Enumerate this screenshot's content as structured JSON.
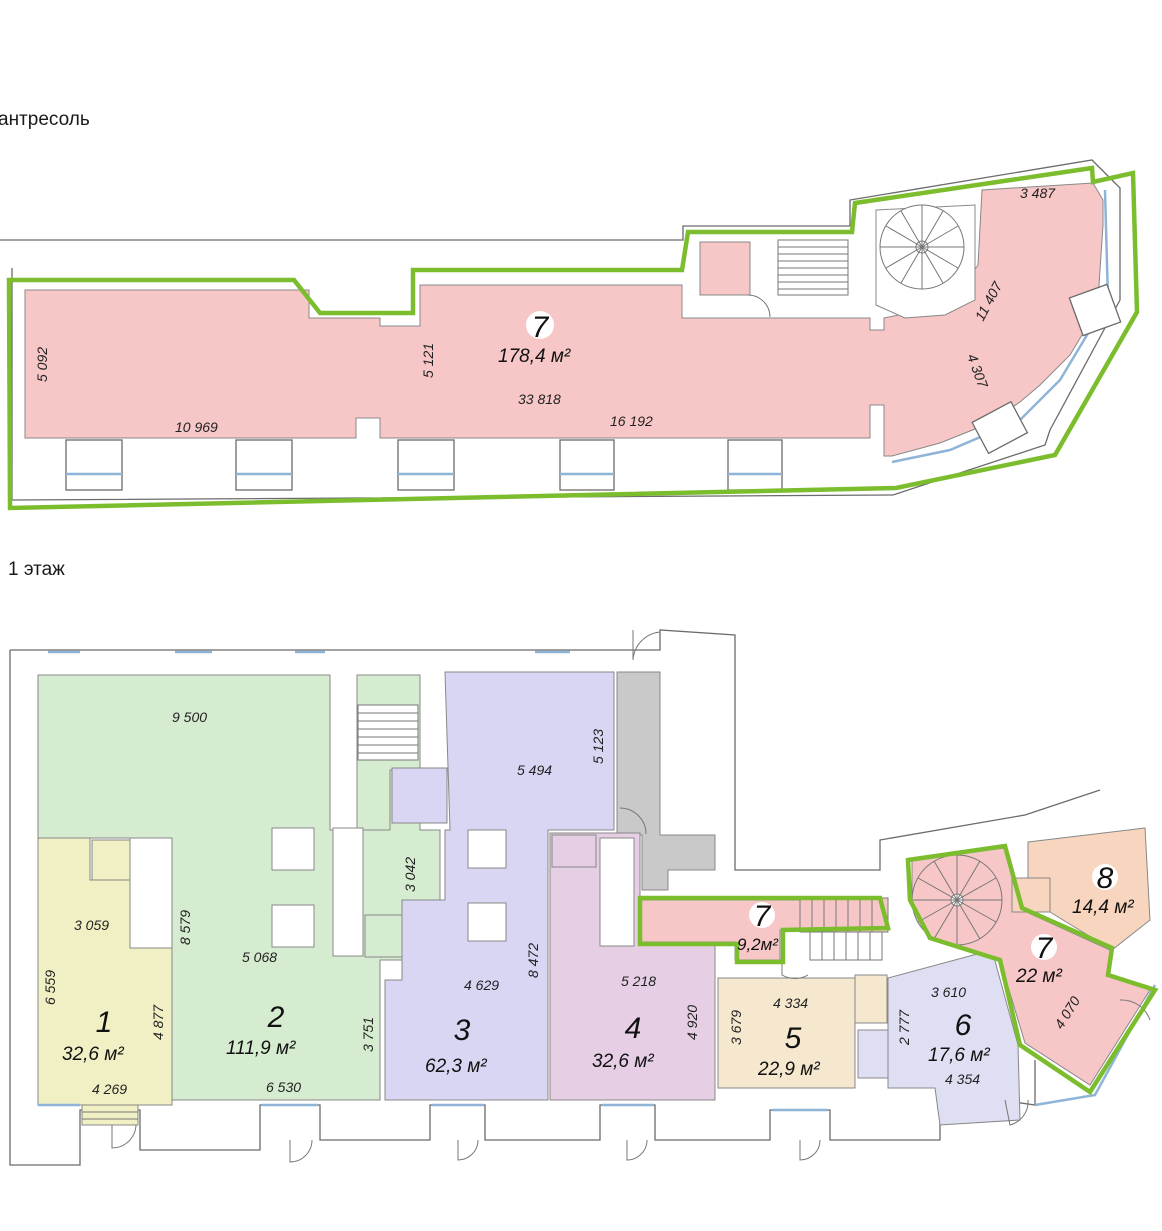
{
  "mezzanine": {
    "title": "антресоль",
    "room": {
      "number": "7",
      "area": "178,4 м²"
    },
    "dims": {
      "left_height": "5 092",
      "mid_height": "5 121",
      "total_length": "33 818",
      "left_length": "10 969",
      "right_length": "16 192",
      "top_right": "3 487",
      "diag_upper": "11 407",
      "diag_lower": "4 307"
    }
  },
  "ground": {
    "title": "1 этаж",
    "rooms": [
      {
        "number": "1",
        "area": "32,6 м²",
        "color": "#f1f0c4"
      },
      {
        "number": "2",
        "area": "111,9 м²",
        "color": "#d6ecd0"
      },
      {
        "number": "3",
        "area": "62,3 м²",
        "color": "#d9d6f3"
      },
      {
        "number": "4",
        "area": "32,6 м²",
        "color": "#e6cfe4"
      },
      {
        "number": "5",
        "area": "22,9 м²",
        "color": "#f5e8cf"
      },
      {
        "number": "6",
        "area": "17,6 м²",
        "color": "#dedff3"
      },
      {
        "number": "7",
        "area": "9,2м²",
        "color": "#f7c7c7"
      },
      {
        "number": "7",
        "area": "22 м²",
        "color": "#f7c7c7"
      },
      {
        "number": "8",
        "area": "14,4 м²",
        "color": "#f7d5bf"
      }
    ],
    "dims": {
      "d9500": "9 500",
      "d3059": "3 059",
      "d8579": "8 579",
      "d6559": "6 559",
      "d4877": "4 877",
      "d4269": "4 269",
      "d5068": "5 068",
      "d6530": "6 530",
      "d3751": "3 751",
      "d3042": "3 042",
      "d5494": "5 494",
      "d5123": "5 123",
      "d8472": "8 472",
      "d4629": "4 629",
      "d5218": "5 218",
      "d4920": "4 920",
      "d4334": "4 334",
      "d3679": "3 679",
      "d2777": "2 777",
      "d3610": "3 610",
      "d4354": "4 354",
      "d4070": "4 070"
    }
  },
  "colors": {
    "highlight": "#7cbd2e",
    "mezzanine_fill": "#f7c7c7",
    "corridor": "#c9c9c9"
  }
}
